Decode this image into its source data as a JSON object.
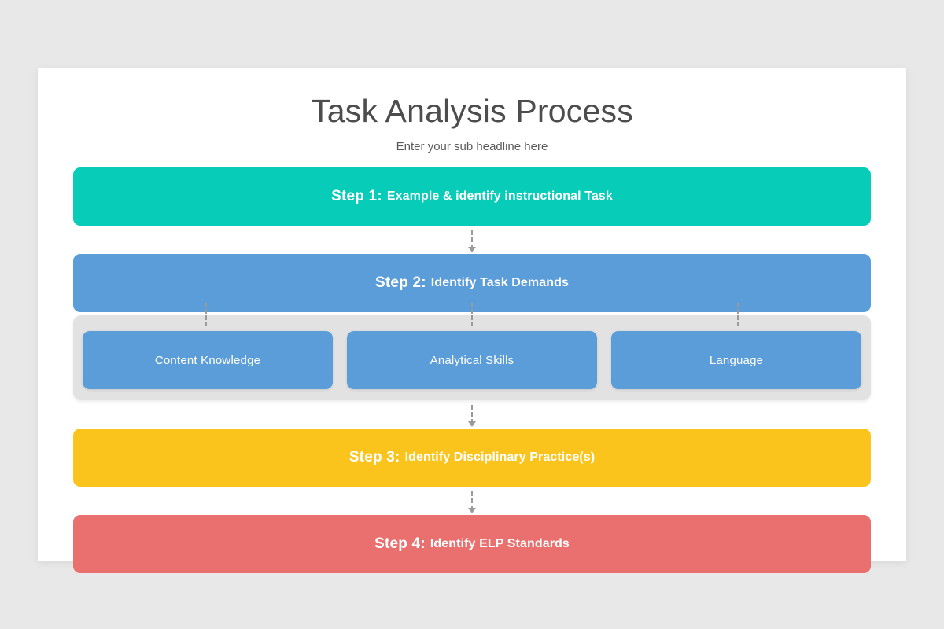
{
  "slide": {
    "title": "Task Analysis Process",
    "subtitle": "Enter your sub headline here",
    "background_color": "#e8e8e8",
    "card_color": "#ffffff"
  },
  "steps": [
    {
      "label": "Step 1:",
      "text": "Example & identify instructional Task",
      "color": "#06ccb8"
    },
    {
      "label": "Step 2:",
      "text": "Identify Task Demands",
      "color": "#5b9dd9"
    },
    {
      "label": "Step 3:",
      "text": "Identify Disciplinary Practice(s)",
      "color": "#fbc41c"
    },
    {
      "label": "Step 4:",
      "text": "Identify ELP Standards",
      "color": "#e9706e"
    }
  ],
  "sub_items": [
    {
      "label": "Content Knowledge",
      "color": "#5b9dd9"
    },
    {
      "label": "Analytical Skills",
      "color": "#5b9dd9"
    },
    {
      "label": "Language",
      "color": "#5b9dd9"
    }
  ],
  "sub_group": {
    "background_color": "#e2e2e2"
  },
  "connectors": {
    "color": "#9a9a9a",
    "style": "dashed-arrow-down"
  }
}
